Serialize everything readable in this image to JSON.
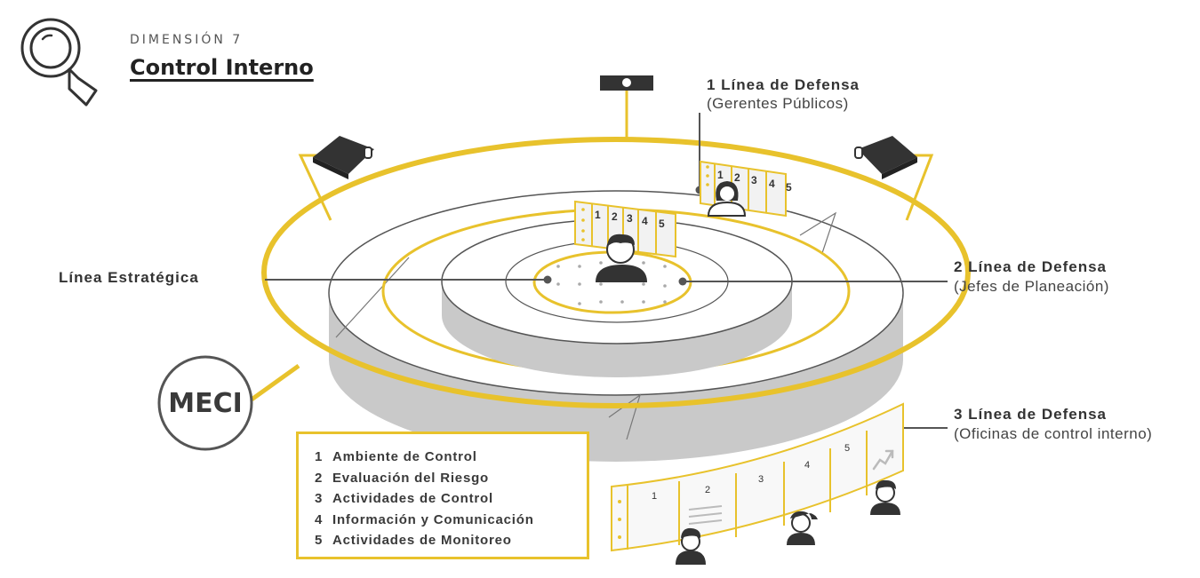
{
  "header": {
    "dimension_label": "DIMENSIÓN 7",
    "title": "Control Interno"
  },
  "labels": {
    "first_line": {
      "title": "1 Línea de Defensa",
      "subtitle": "(Gerentes Públicos)"
    },
    "second_line": {
      "title": "2 Línea de Defensa",
      "subtitle": "(Jefes de Planeación)"
    },
    "third_line": {
      "title": "3 Línea de Defensa",
      "subtitle": "(Oficinas de control interno)"
    },
    "strategic_line": "Línea Estratégica",
    "meci": "MECI"
  },
  "legend": [
    {
      "num": "1",
      "text": "Ambiente de Control"
    },
    {
      "num": "2",
      "text": "Evaluación del Riesgo"
    },
    {
      "num": "3",
      "text": "Actividades de Control"
    },
    {
      "num": "4",
      "text": "Información y Comunicación"
    },
    {
      "num": "5",
      "text": "Actividades de Monitoreo"
    }
  ],
  "panel_numbers": [
    "1",
    "2",
    "3",
    "4",
    "5"
  ],
  "colors": {
    "accent_yellow": "#e8c22c",
    "dark": "#333333",
    "gray": "#c9c9c9",
    "gray_dark": "#a8a8a8",
    "panel_bg": "#f2f2f2"
  },
  "icons": [
    "magnifier-icon",
    "camera-icon",
    "security-camera-icon",
    "person-icon",
    "chart-up-icon",
    "document-icon"
  ]
}
